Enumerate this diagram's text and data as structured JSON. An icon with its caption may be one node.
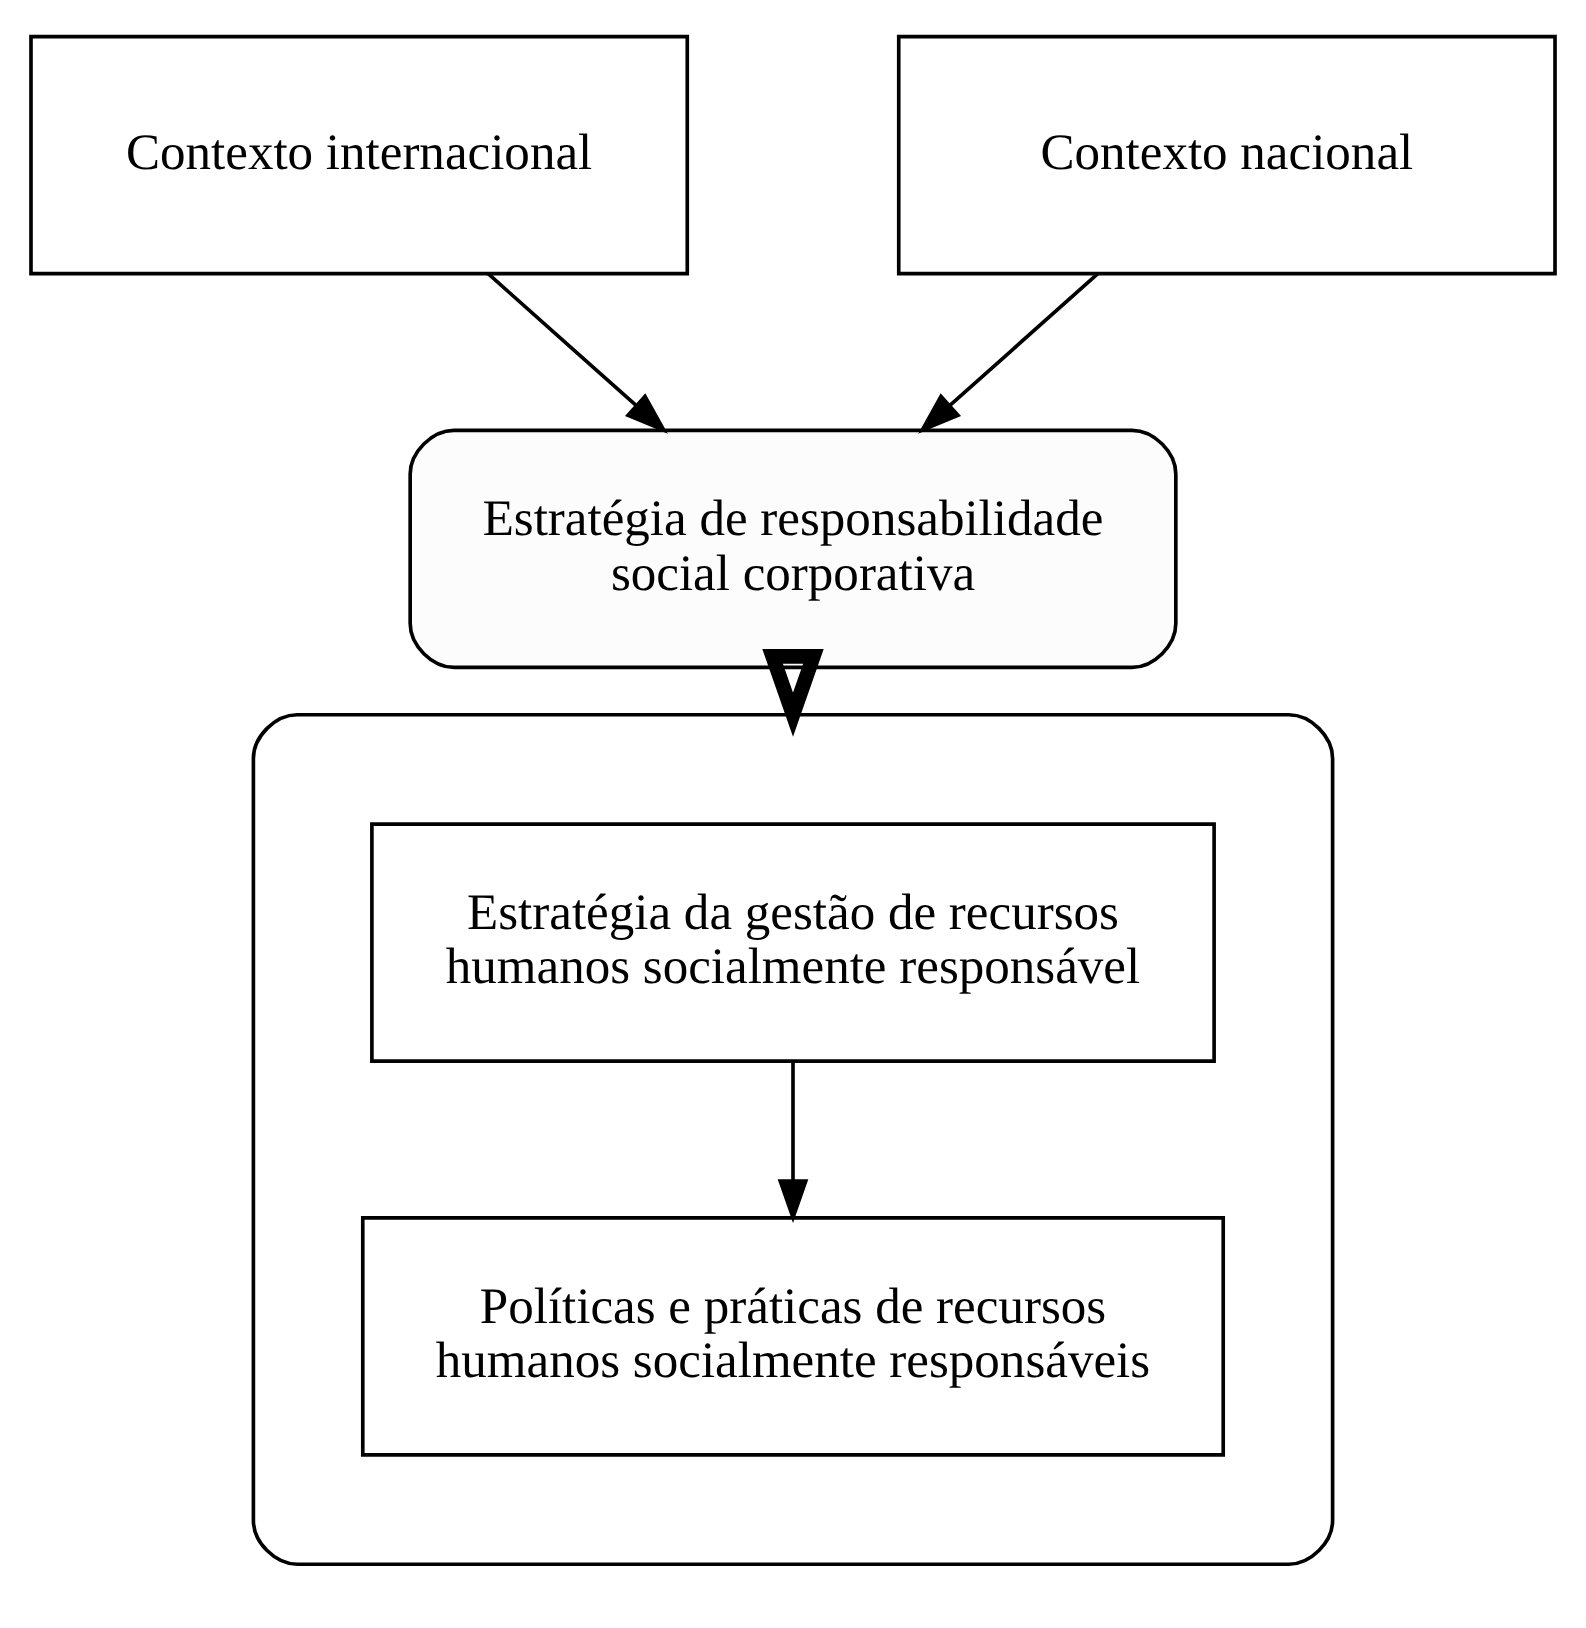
{
  "diagram": {
    "nodes": [
      {
        "text": [
          "Contexto internacional"
        ]
      },
      {
        "text": [
          "Contexto nacional"
        ]
      },
      {
        "text": [
          "Estratégia de responsabilidade social corporativa"
        ]
      },
      {
        "text": [],
        "shape": "box"
      },
      {
        "text": [
          "Estratégia da gestão de recursos humanos socialmente responsável"
        ],
        "in": 3
      },
      {
        "text": [
          "Políticas e práticas de recursos humanos socialmente responsáveis"
        ],
        "in": 3
      }
    ],
    "edges": [
      {
        "from": 0,
        "to": 2,
        "arrow": "to"
      },
      {
        "from": 1,
        "to": 2,
        "arrow": "to"
      },
      {
        "from": 2,
        "to": 3,
        "arrow": "to",
        "style": "thick"
      },
      {
        "from": 4,
        "to": 5,
        "arrow": "to"
      }
    ]
  }
}
